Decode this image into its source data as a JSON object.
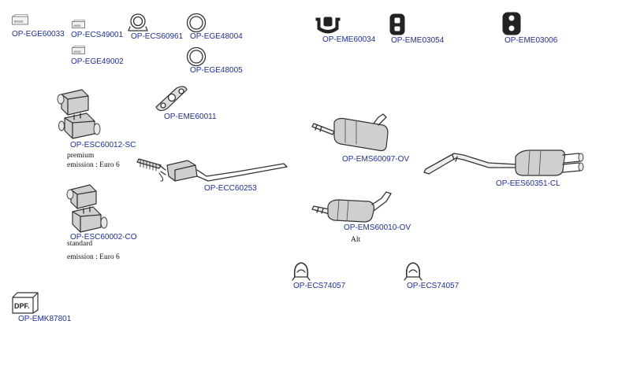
{
  "parts": [
    {
      "code": "OP-EGE60033",
      "box_text": "60033"
    },
    {
      "code": "OP-ECS49001",
      "box_text": "49001"
    },
    {
      "code": "OP-EGE49002",
      "box_text": "49002"
    },
    {
      "code": "OP-ECS60961"
    },
    {
      "code": "OP-EGE48004"
    },
    {
      "code": "OP-EGE48005"
    },
    {
      "code": "OP-EME60034"
    },
    {
      "code": "OP-EME03054"
    },
    {
      "code": "OP-EME03006"
    },
    {
      "code": "OP-EME60011"
    },
    {
      "code": "OP-ESC60012-SC"
    },
    {
      "code": "OP-ECC60253"
    },
    {
      "code": "OP-EMS60097-OV"
    },
    {
      "code": "OP-EES60351-CL"
    },
    {
      "code": "OP-ESC60002-CO"
    },
    {
      "code": "OP-EMS60010-OV"
    },
    {
      "code": "OP-ECS74057"
    },
    {
      "code": "OP-ECS74057"
    },
    {
      "code": "OP-EMK87801",
      "box_text": "DPF."
    }
  ],
  "notes": {
    "premium": "premium",
    "emission_1": "emission : Euro 6",
    "standard": "standard",
    "emission_2": "emission : Euro 6",
    "alt": "Alt"
  }
}
